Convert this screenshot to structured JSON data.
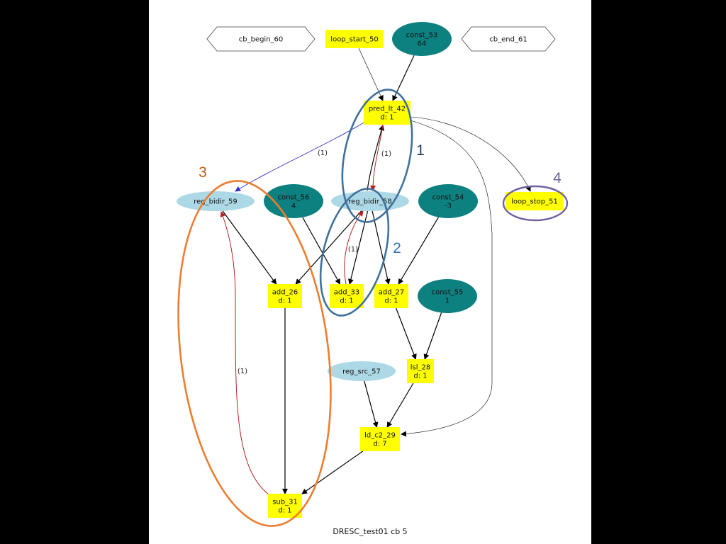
{
  "caption": "DRESC_test01 cb 5",
  "colors": {
    "op_fill": "#ffff00",
    "const_fill": "#0d8080",
    "reg_fill": "#add8e6",
    "edge": "#000000",
    "back_edge": "#b22222",
    "blue_edge": "#3333cc",
    "circle_1": "#41719c",
    "circle_2": "#41719c",
    "circle_3": "#ed7d31",
    "circle_4": "#7060a0",
    "num_1": "#1f3864",
    "num_2": "#2e75b6",
    "num_3": "#c55a11",
    "num_4": "#7060a0"
  },
  "nodes": [
    {
      "id": "cb_begin_60",
      "kind": "diamond",
      "lines": [
        "cb_begin_60"
      ]
    },
    {
      "id": "loop_start_50",
      "kind": "op",
      "lines": [
        "loop_start_50"
      ]
    },
    {
      "id": "const_53",
      "kind": "const",
      "lines": [
        "const_53",
        "64"
      ]
    },
    {
      "id": "cb_end_61",
      "kind": "diamond",
      "lines": [
        "cb_end_61"
      ]
    },
    {
      "id": "pred_lt_42",
      "kind": "op",
      "lines": [
        "pred_lt_42",
        "d: 1"
      ]
    },
    {
      "id": "reg_bidir_59",
      "kind": "reg",
      "lines": [
        "reg_bidir_59"
      ]
    },
    {
      "id": "const_56",
      "kind": "const",
      "lines": [
        "const_56",
        "4"
      ]
    },
    {
      "id": "reg_bidir_58",
      "kind": "reg",
      "lines": [
        "reg_bidir_58"
      ]
    },
    {
      "id": "const_54",
      "kind": "const",
      "lines": [
        "const_54",
        "-3"
      ]
    },
    {
      "id": "loop_stop_51",
      "kind": "op",
      "lines": [
        "loop_stop_51"
      ]
    },
    {
      "id": "add_26",
      "kind": "op",
      "lines": [
        "add_26",
        "d: 1"
      ]
    },
    {
      "id": "add_33",
      "kind": "op",
      "lines": [
        "add_33",
        "d: 1"
      ]
    },
    {
      "id": "add_27",
      "kind": "op",
      "lines": [
        "add_27",
        "d: 1"
      ]
    },
    {
      "id": "const_55",
      "kind": "const",
      "lines": [
        "const_55",
        "1"
      ]
    },
    {
      "id": "lsl_28",
      "kind": "op",
      "lines": [
        "lsl_28",
        "d: 1"
      ]
    },
    {
      "id": "reg_src_57",
      "kind": "reg",
      "lines": [
        "reg_src_57"
      ]
    },
    {
      "id": "ld_c2_29",
      "kind": "op",
      "lines": [
        "ld_c2_29",
        "d: 7"
      ]
    },
    {
      "id": "sub_31",
      "kind": "op",
      "lines": [
        "sub_31",
        "d: 1"
      ]
    }
  ],
  "edges": [
    {
      "from": "loop_start_50",
      "to": "pred_lt_42",
      "style": "thin"
    },
    {
      "from": "const_53",
      "to": "pred_lt_42",
      "style": "normal"
    },
    {
      "from": "pred_lt_42",
      "to": "reg_bidir_59",
      "style": "blue",
      "label": "(1)"
    },
    {
      "from": "reg_bidir_58",
      "to": "pred_lt_42",
      "style": "normal"
    },
    {
      "from": "pred_lt_42",
      "to": "reg_bidir_58",
      "style": "back",
      "label": "(1)"
    },
    {
      "from": "pred_lt_42",
      "to": "loop_stop_51",
      "style": "thin"
    },
    {
      "from": "pred_lt_42",
      "to": "ld_c2_29",
      "style": "thin"
    },
    {
      "from": "reg_bidir_59",
      "to": "add_26",
      "style": "normal"
    },
    {
      "from": "reg_bidir_58",
      "to": "add_26",
      "style": "normal"
    },
    {
      "from": "const_56",
      "to": "add_33",
      "style": "normal"
    },
    {
      "from": "reg_bidir_58",
      "to": "add_33",
      "style": "normal"
    },
    {
      "from": "add_33",
      "to": "reg_bidir_58",
      "style": "back",
      "label": "(1)"
    },
    {
      "from": "reg_bidir_58",
      "to": "add_27",
      "style": "normal"
    },
    {
      "from": "const_54",
      "to": "add_27",
      "style": "normal"
    },
    {
      "from": "add_27",
      "to": "lsl_28",
      "style": "normal"
    },
    {
      "from": "const_55",
      "to": "lsl_28",
      "style": "normal"
    },
    {
      "from": "reg_src_57",
      "to": "ld_c2_29",
      "style": "normal"
    },
    {
      "from": "lsl_28",
      "to": "ld_c2_29",
      "style": "normal"
    },
    {
      "from": "add_26",
      "to": "sub_31",
      "style": "normal"
    },
    {
      "from": "ld_c2_29",
      "to": "sub_31",
      "style": "normal"
    },
    {
      "from": "sub_31",
      "to": "reg_bidir_59",
      "style": "back",
      "label": "(1)"
    }
  ],
  "annotations": [
    {
      "id": "1",
      "label": "1"
    },
    {
      "id": "2",
      "label": "2"
    },
    {
      "id": "3",
      "label": "3"
    },
    {
      "id": "4",
      "label": "4"
    }
  ]
}
